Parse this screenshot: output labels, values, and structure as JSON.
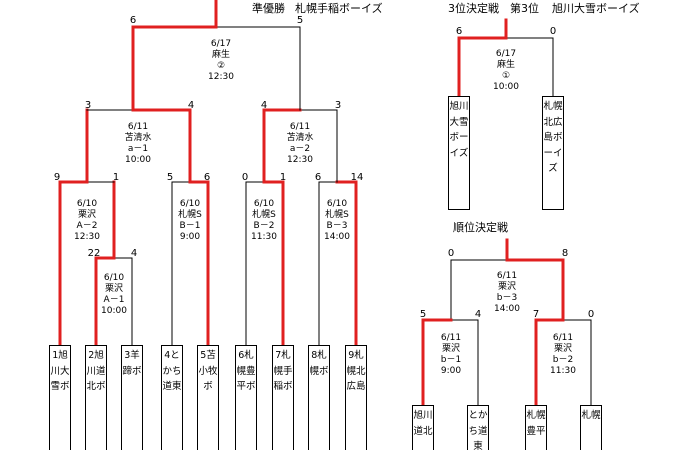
{
  "titles": {
    "runner_up": "準優勝",
    "runner_up_team": "札幌手稲ボーイズ",
    "third_place_match": "3位決定戦",
    "third_place": "第3位",
    "third_place_team": "旭川大雪ボーイズ",
    "ranking_match": "順位決定戦"
  },
  "colors": {
    "winner_line": "#e02020",
    "line": "#000000"
  },
  "teams": [
    "1旭川大雪ボ",
    "2旭川道北ボ",
    "3羊蹄ボ",
    "4とかち道東",
    "5苫小牧ボ",
    "6札幌豊平ボ",
    "7札幌手稲ボ",
    "8札幌ボ",
    "9札幌北広島"
  ],
  "third_boxes": [
    "旭川大雪ボーイズ",
    "札幌北広島ボーイズ"
  ],
  "rank_boxes": [
    "旭川道北",
    "とかち道東",
    "札幌豊平",
    "札幌"
  ],
  "scores": {
    "m1": [
      "9",
      "1"
    ],
    "m2": [
      "22",
      "4"
    ],
    "m3": [
      "5",
      "6"
    ],
    "m4": [
      "0",
      "1"
    ],
    "m5": [
      "6",
      "14"
    ],
    "m6": [
      "3",
      "4"
    ],
    "m7": [
      "4",
      "3"
    ],
    "m8": [
      "6",
      "5"
    ],
    "third": [
      "6",
      "0"
    ],
    "rank_top": [
      "0",
      "8"
    ],
    "rank1": [
      "5",
      "4"
    ],
    "rank2": [
      "7",
      "0"
    ]
  },
  "matches": {
    "m1": [
      "6/10",
      "栗沢",
      "A－2",
      "12:30"
    ],
    "m2": [
      "6/10",
      "栗沢",
      "A－1",
      "10:00"
    ],
    "m3": [
      "6/10",
      "札幌S",
      "B－1",
      "9:00"
    ],
    "m4": [
      "6/10",
      "札幌S",
      "B－2",
      "11:30"
    ],
    "m5": [
      "6/10",
      "札幌S",
      "B－3",
      "14:00"
    ],
    "m6": [
      "6/11",
      "苫清水",
      "a－1",
      "10:00"
    ],
    "m7": [
      "6/11",
      "苫清水",
      "a－2",
      "12:30"
    ],
    "m8": [
      "6/17",
      "麻生",
      "②",
      "12:30"
    ],
    "third": [
      "6/17",
      "麻生",
      "①",
      "10:00"
    ],
    "rank_top": [
      "6/11",
      "栗沢",
      "b－3",
      "14:00"
    ],
    "rank1": [
      "6/11",
      "栗沢",
      "b－1",
      "9:00"
    ],
    "rank2": [
      "6/11",
      "栗沢",
      "b－2",
      "11:30"
    ]
  }
}
